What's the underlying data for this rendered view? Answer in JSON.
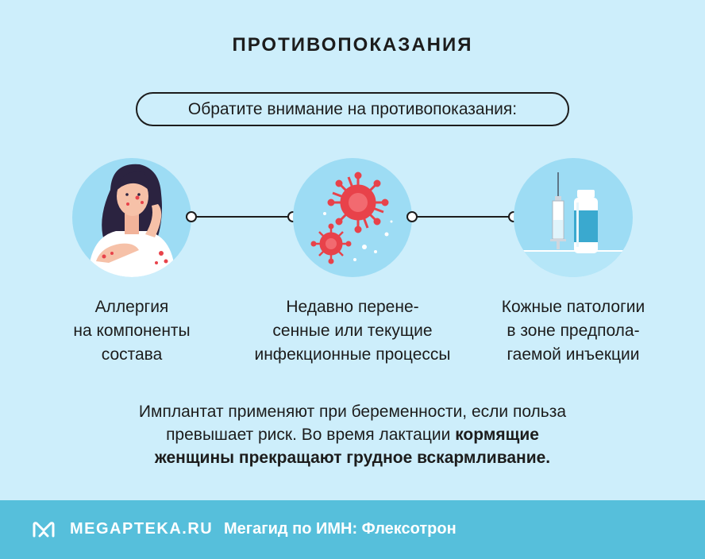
{
  "header": {
    "title": "ПРОТИВОПОКАЗАНИЯ",
    "subtitle": "Обратите внимание на противопоказания:"
  },
  "items": [
    {
      "icon": "allergy-woman-icon",
      "lines": [
        "Аллергия",
        "на компоненты",
        "состава"
      ]
    },
    {
      "icon": "virus-icon",
      "lines": [
        "Недавно перене-",
        "сенные или текущие",
        "инфекционные процессы"
      ]
    },
    {
      "icon": "syringe-vial-icon",
      "lines": [
        "Кожные патологии",
        "в зоне предпола-",
        "гаемой инъекции"
      ]
    }
  ],
  "note": {
    "line1": "Имплантат применяют при беременности, если польза",
    "line2_normal": "превышает риск. Во время лактации ",
    "line2_bold": "кормящие",
    "line3_bold": "женщины прекращают грудное вскармливание."
  },
  "footer": {
    "brand": "MEGAPTEKA.RU",
    "guide": "Мегагид по ИМН: Флексотрон",
    "logo_icon": "m-logo-icon"
  },
  "colors": {
    "background": "#cdeefb",
    "circle": "#9ddcf4",
    "footer": "#56bfdb",
    "virus": "#e8424a"
  }
}
